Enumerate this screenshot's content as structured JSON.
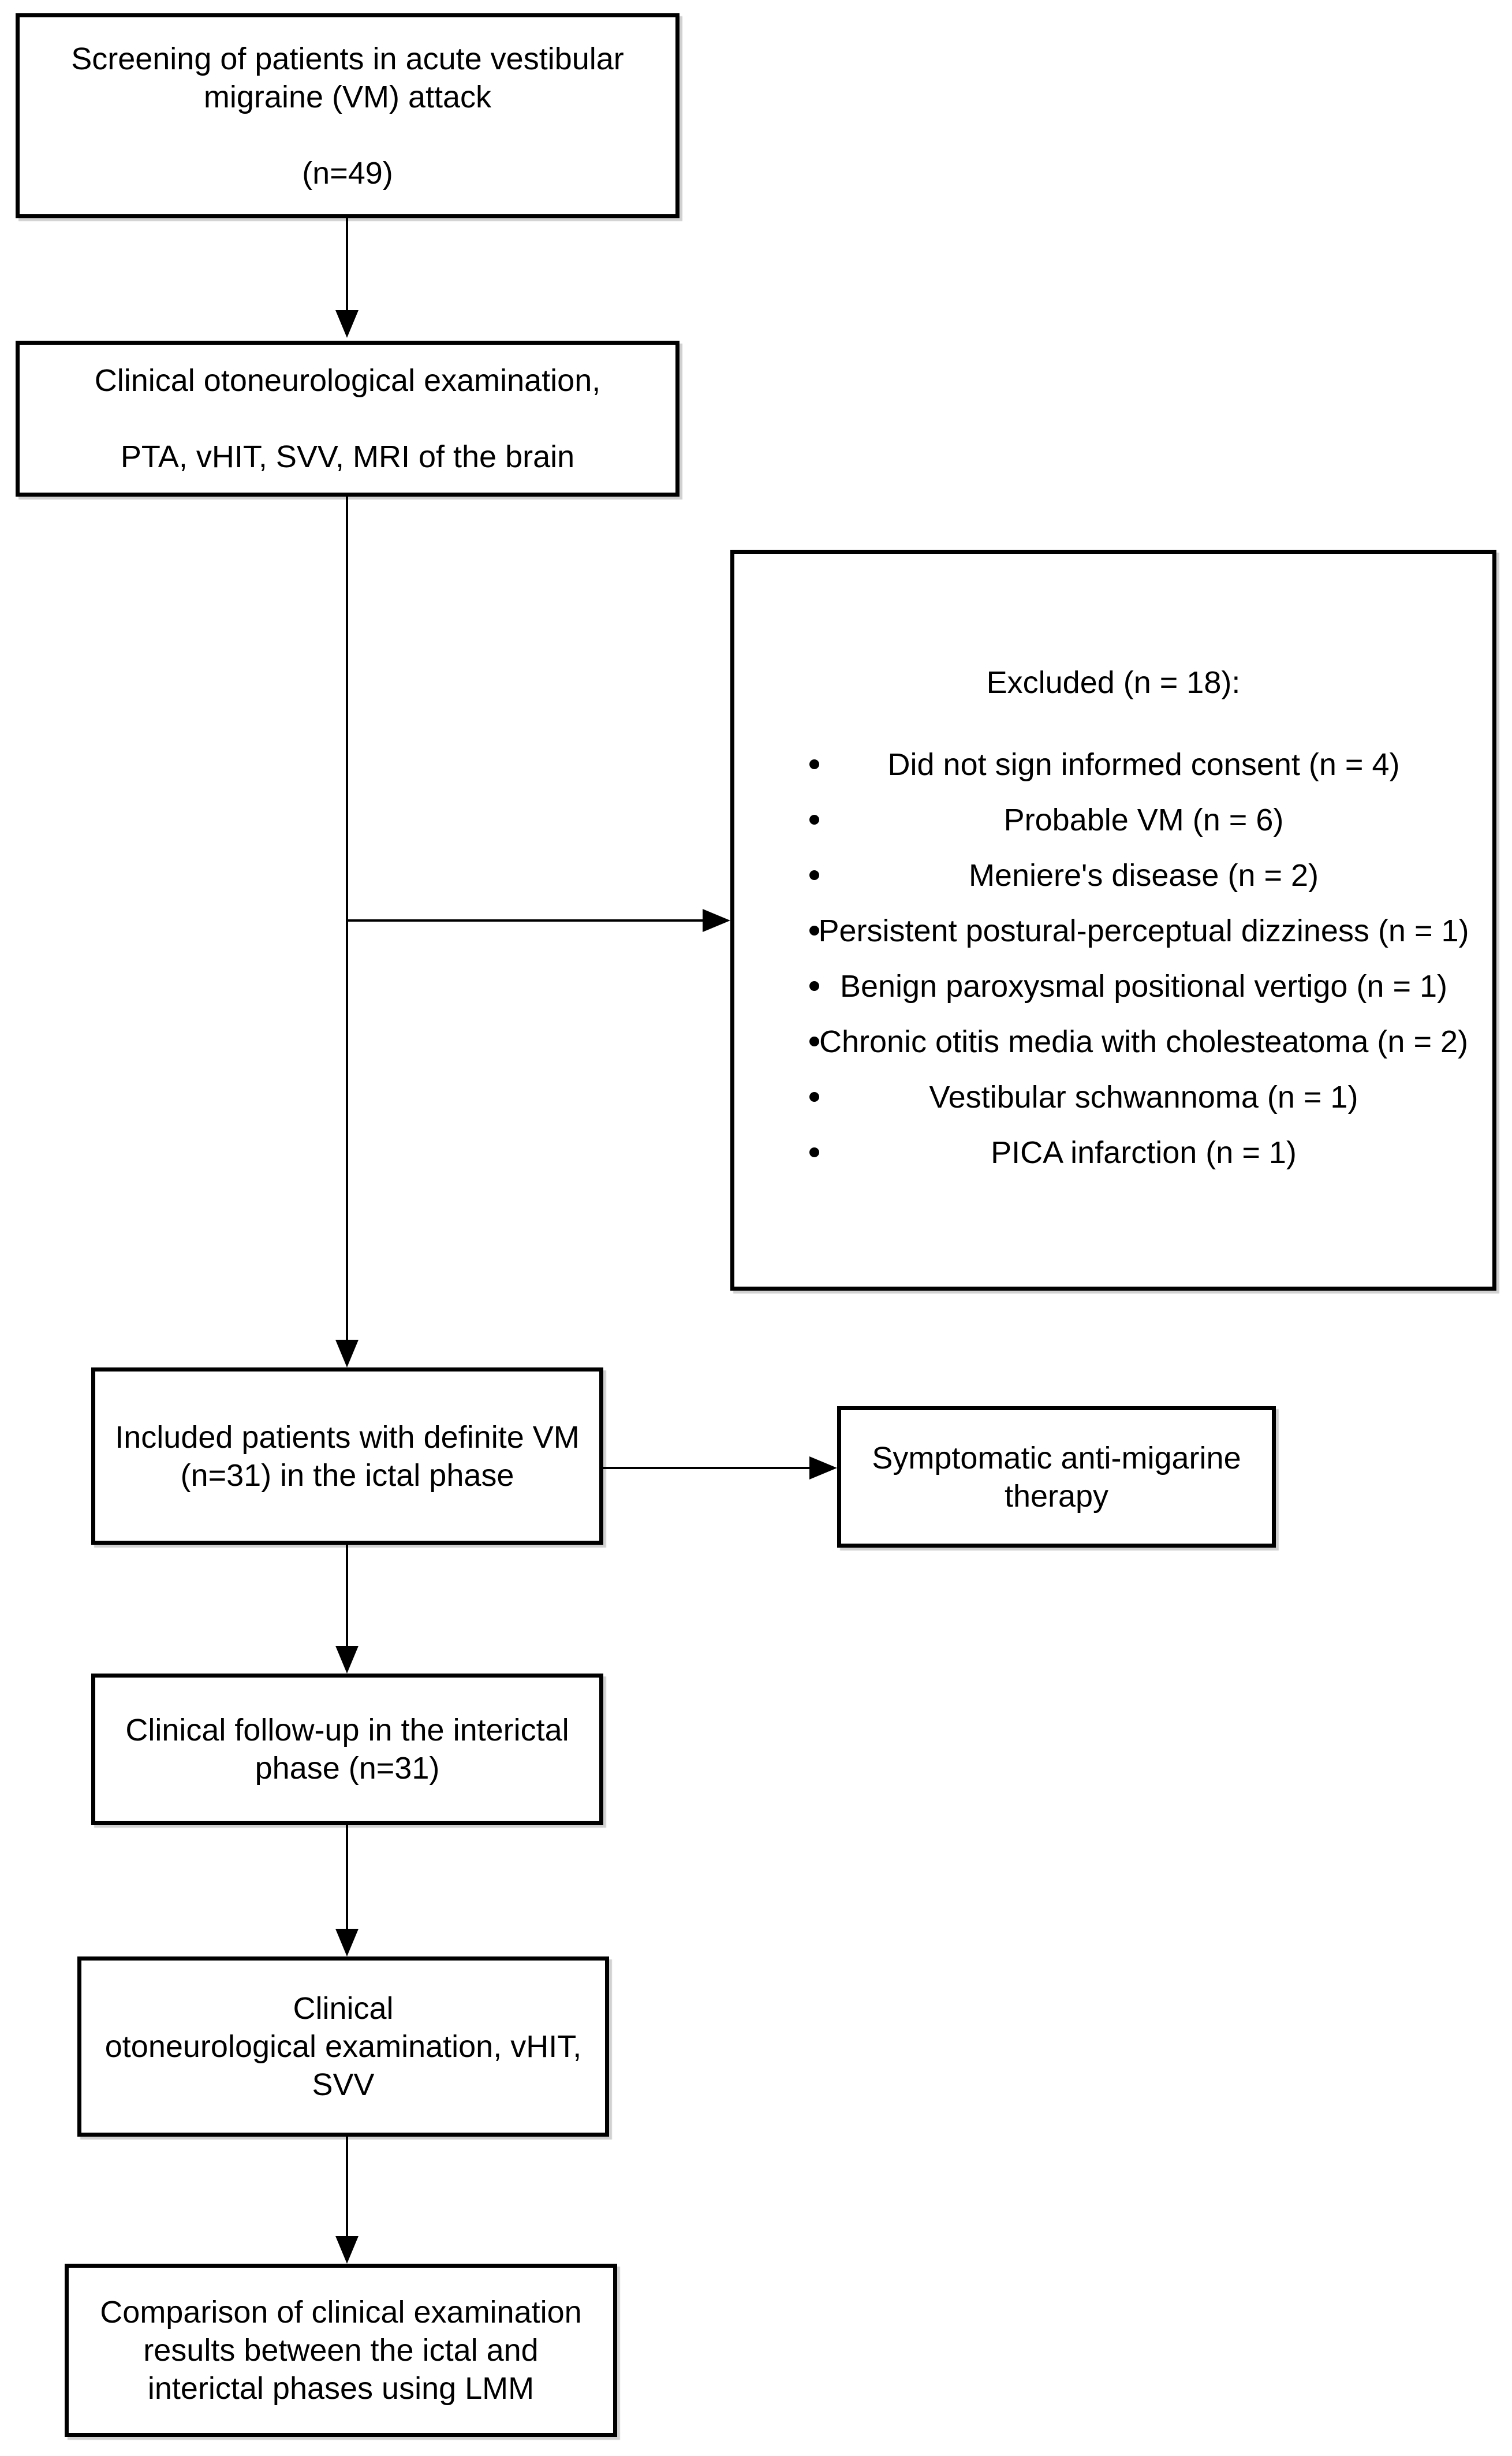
{
  "figure": {
    "background_color": "#ffffff",
    "line_color": "#000000",
    "icons": {
      "bullet-icon": "filled black circle"
    }
  },
  "boxes": {
    "screening": {
      "lines": [
        "Screening of patients in acute vestibular",
        "migraine (VM) attack",
        "(n=49)"
      ]
    },
    "examination": {
      "lines": [
        "Clinical otoneurological examination,",
        "PTA, vHIT, SVV, MRI of the brain"
      ]
    },
    "excluded": {
      "title": "Excluded (n = 18):",
      "items": [
        "Did not sign informed consent (n = 4)",
        "Probable VM (n = 6)",
        "Meniere's disease (n = 2)",
        "Persistent postural-perceptual dizziness (n = 1)",
        "Benign paroxysmal positional vertigo  (n = 1)",
        "Chronic otitis media with cholesteatoma (n = 2)",
        "Vestibular schwannoma (n = 1)",
        "PICA infarction (n = 1)"
      ]
    },
    "included": {
      "lines": [
        "Included patients with definite VM",
        "(n=31) in the ictal phase"
      ]
    },
    "therapy": {
      "lines": [
        "Symptomatic anti-migarine",
        "therapy"
      ]
    },
    "followup": {
      "lines": [
        "Clinical follow-up in the interictal",
        "phase (n=31)"
      ]
    },
    "interictal_exam": {
      "lines": [
        "Clinical",
        "otoneurological examination, vHIT,",
        "SVV"
      ]
    },
    "comparison": {
      "lines": [
        "Comparison of clinical examination",
        "results between the ictal and",
        "interictal phases using LMM"
      ]
    }
  }
}
